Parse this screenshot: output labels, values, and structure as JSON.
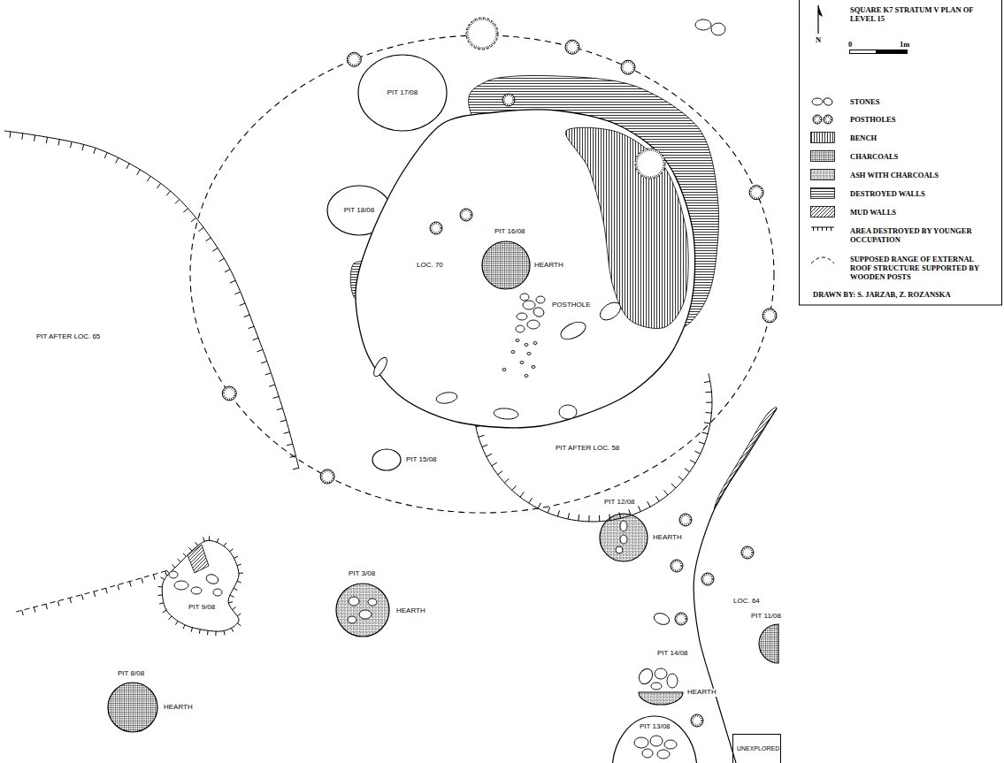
{
  "diagram": {
    "title": "SQUARE K7 STRATUM V PLAN OF LEVEL 15",
    "nodes": [
      {
        "text": [
          "PIT 17/08"
        ]
      },
      {
        "text": [
          "PIT 18/08"
        ]
      },
      {
        "text": [
          "LOC. 70"
        ]
      },
      {
        "text": [
          "PIT 16/08",
          "HEARTH"
        ],
        "in": 2
      },
      {
        "text": [
          "PIT 15/08"
        ]
      },
      {
        "text": [
          "PIT 9/08"
        ]
      },
      {
        "text": [
          "PIT 3/08",
          "HEARTH"
        ]
      },
      {
        "text": [
          "PIT 12/08",
          "HEARTH"
        ]
      },
      {
        "text": [
          "LOC. 64"
        ]
      },
      {
        "text": [
          "PIT 11/08"
        ],
        "in": 8
      },
      {
        "text": [
          "PIT 14/08",
          "HEARTH"
        ]
      },
      {
        "text": [
          "PIT 8/08",
          "HEARTH"
        ]
      },
      {
        "text": [
          "PIT 13/08"
        ]
      }
    ],
    "labels": [
      "N",
      "0",
      "1m",
      "PIT AFTER LOC. 65",
      "POSTHOLE",
      "PIT AFTER LOC. 58",
      "UNEXPLORED",
      "DRAWN BY: S. JARZAB, Z. ROZANSKA"
    ],
    "legend": [
      {
        "text": "STONES"
      },
      {
        "text": "POSTHOLES"
      },
      {
        "text": "BENCH"
      },
      {
        "text": "CHARCOALS"
      },
      {
        "text": "ASH WITH CHARCOALS"
      },
      {
        "text": "DESTROYED WALLS"
      },
      {
        "text": "MUD WALLS"
      },
      {
        "text": "AREA DESTROYED BY YOUNGER OCCUPATION"
      },
      {
        "text": "SUPPOSED RANGE OF EXTERNAL ROOF STRUCTURE SUPPORTED BY WOODEN POSTS"
      }
    ]
  }
}
